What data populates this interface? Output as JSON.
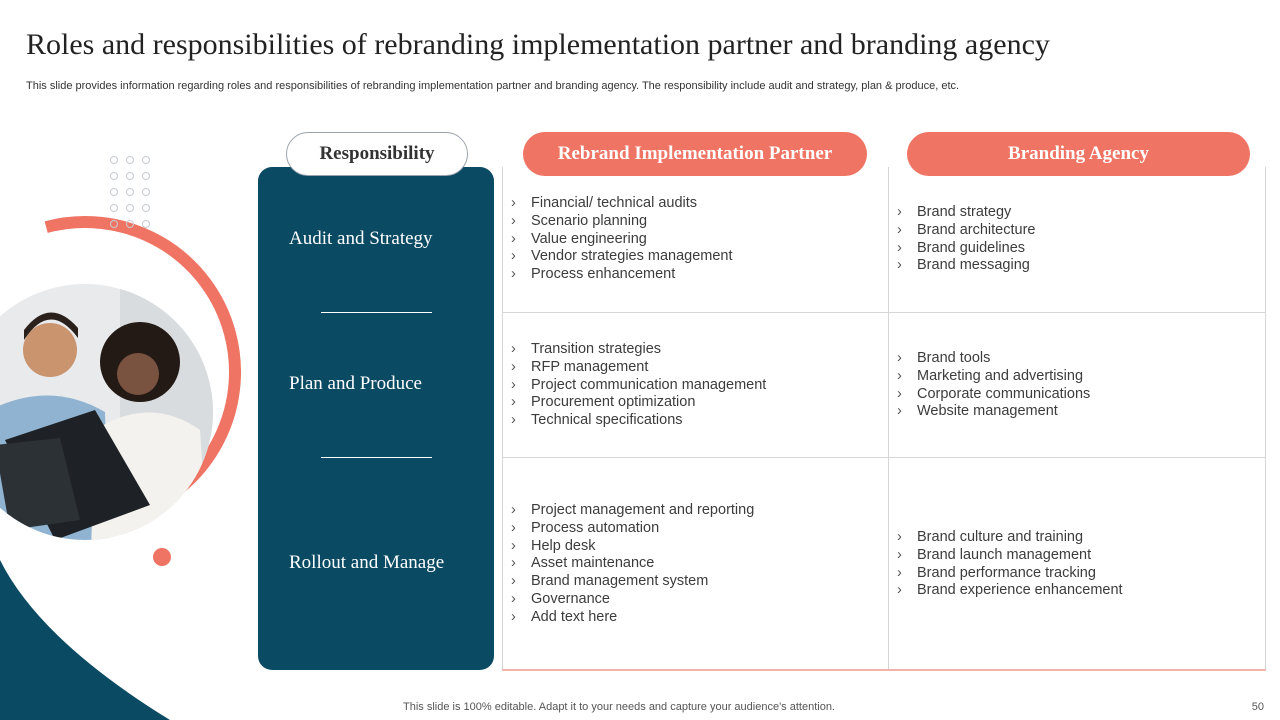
{
  "slide": {
    "title": "Roles and responsibilities of rebranding implementation partner and branding agency",
    "subtitle": "This slide provides information regarding roles and responsibilities of rebranding implementation partner and branding agency. The responsibility include audit and strategy, plan & produce, etc.",
    "footer": "This slide is 100% editable. Adapt it to your needs and capture your audience's attention.",
    "page_number": "50"
  },
  "headers": {
    "responsibility": "Responsibility",
    "partner": "Rebrand Implementation Partner",
    "agency": "Branding Agency"
  },
  "rows": [
    {
      "label": "Audit and Strategy",
      "partner": [
        "Financial/ technical audits",
        "Scenario planning",
        "Value engineering",
        "Vendor strategies management",
        "Process enhancement"
      ],
      "agency": [
        "Brand strategy",
        "Brand architecture",
        "Brand guidelines",
        "Brand messaging"
      ]
    },
    {
      "label": "Plan and Produce",
      "partner": [
        "Transition strategies",
        "RFP management",
        "Project communication management",
        "Procurement optimization",
        "Technical specifications"
      ],
      "agency": [
        "Brand tools",
        "Marketing and advertising",
        "Corporate communications",
        "Website management"
      ]
    },
    {
      "label": "Rollout and Manage",
      "partner": [
        "Project management and reporting",
        "Process automation",
        "Help desk",
        "Asset maintenance",
        "Brand management system",
        "Governance",
        "Add text here"
      ],
      "agency": [
        "Brand culture and training",
        "Brand launch management",
        "Brand performance tracking",
        "Brand experience enhancement"
      ]
    }
  ],
  "colors": {
    "accent": "#ef7463",
    "navy": "#0b4a63"
  }
}
